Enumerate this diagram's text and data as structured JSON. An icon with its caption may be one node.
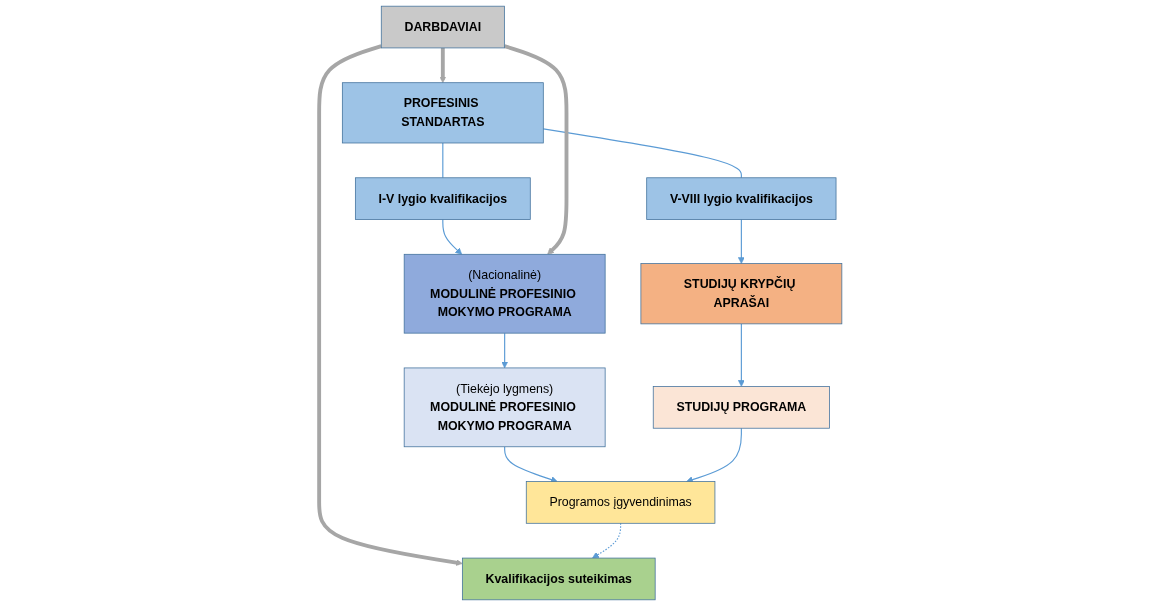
{
  "diagram": {
    "nodes": [
      {
        "text": [
          "DARBDAVIAI"
        ]
      },
      {
        "text": [
          "PROFESINIS STANDARTAS"
        ]
      },
      {
        "text": [
          "I-V lygio kvalifikacijos"
        ]
      },
      {
        "text": [
          "V-VIII lygio kvalifikacijos"
        ]
      },
      {
        "text": [
          "(Nacionalinė)",
          "MODULINĖ PROFESINIO MOKYMO PROGRAMA"
        ]
      },
      {
        "text": [
          "STUDIJŲ KRYPČIŲ APRAŠAI"
        ]
      },
      {
        "text": [
          "(Tiekėjo lygmens)",
          "MODULINĖ PROFESINIO MOKYMO PROGRAMA"
        ]
      },
      {
        "text": [
          "STUDIJŲ PROGRAMA"
        ]
      },
      {
        "text": [
          "Kvalifikacijos suteikimas"
        ]
      },
      {
        "text": [
          "Programos įgyvendinimas"
        ]
      }
    ],
    "edges": [
      {
        "from": 0,
        "to": 1,
        "arrow": "to",
        "style": "thick",
        "color": "#a6a6a6"
      },
      {
        "from": 1,
        "to": 2,
        "arrow": "none"
      },
      {
        "from": 1,
        "to": 3,
        "arrow": "none"
      },
      {
        "from": 2,
        "to": 4,
        "arrow": "to"
      },
      {
        "from": 3,
        "to": 5,
        "arrow": "to"
      },
      {
        "from": 0,
        "to": 4,
        "arrow": "to",
        "style": "thick",
        "color": "#a6a6a6"
      },
      {
        "from": 4,
        "to": 6,
        "arrow": "to"
      },
      {
        "from": 5,
        "to": 7,
        "arrow": "to"
      },
      {
        "from": 6,
        "to": 9,
        "arrow": "to"
      },
      {
        "from": 7,
        "to": 9,
        "arrow": "to"
      },
      {
        "from": 0,
        "to": 8,
        "arrow": "to",
        "style": "thick",
        "color": "#a6a6a6"
      },
      {
        "from": 9,
        "to": 8,
        "arrow": "to",
        "style": "dashed"
      }
    ]
  }
}
